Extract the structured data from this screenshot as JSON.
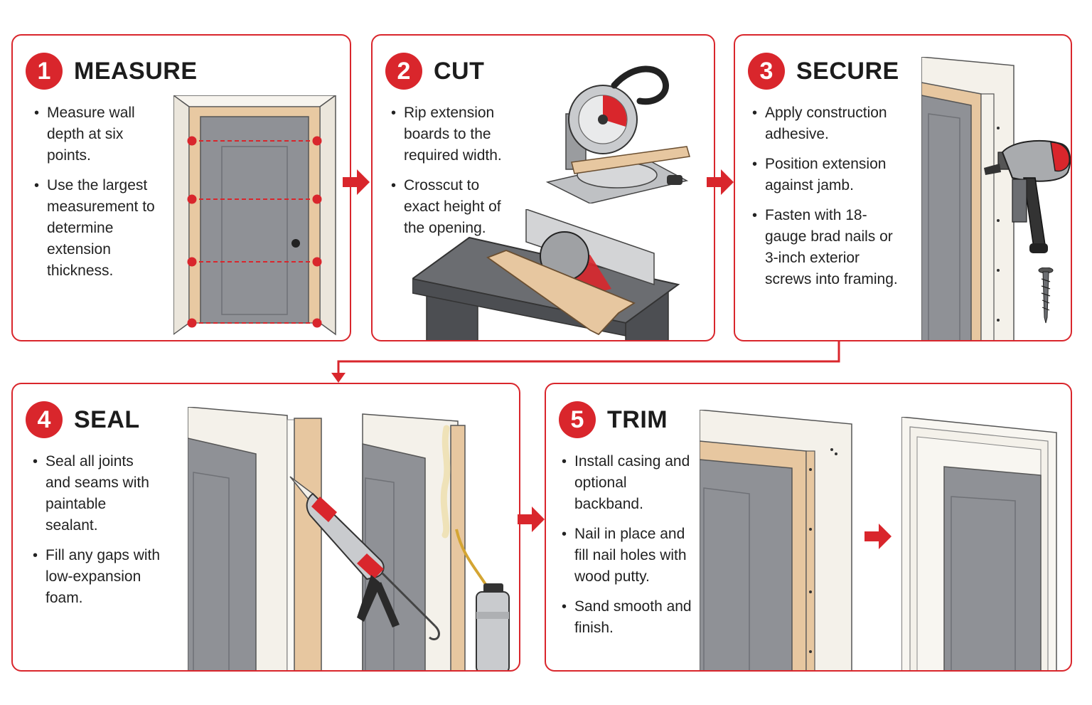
{
  "steps": [
    {
      "number": "1",
      "title": "MEASURE",
      "bullets": [
        "Measure wall depth at six points.",
        "Use the largest measurement to determine extension thickness."
      ]
    },
    {
      "number": "2",
      "title": "CUT",
      "bullets": [
        "Rip extension boards to the required width.",
        "Crosscut to exact height of the opening."
      ]
    },
    {
      "number": "3",
      "title": "SECURE",
      "bullets": [
        "Apply construction adhesive.",
        "Position extension against jamb.",
        "Fasten with 18-gauge brad nails or 3-inch exterior screws into framing."
      ]
    },
    {
      "number": "4",
      "title": "SEAL",
      "bullets": [
        "Seal all joints and seams with paintable sealant.",
        "Fill any gaps with low-expansion foam."
      ]
    },
    {
      "number": "5",
      "title": "TRIM",
      "bullets": [
        "Install casing and optional backband.",
        "Nail in place and fill nail holes with wood putty.",
        "Sand smooth and finish."
      ]
    }
  ],
  "colors": {
    "accent": "#d9262c",
    "door": "#8f9196",
    "wood": "#e7c7a0",
    "trim": "#f4f1ea"
  },
  "icons": [
    "arrow-right-icon",
    "flow-connector-arrow",
    "miter-saw-icon",
    "table-saw-icon",
    "nail-gun-icon",
    "caulk-gun-icon",
    "foam-can-icon",
    "screw-icon"
  ]
}
